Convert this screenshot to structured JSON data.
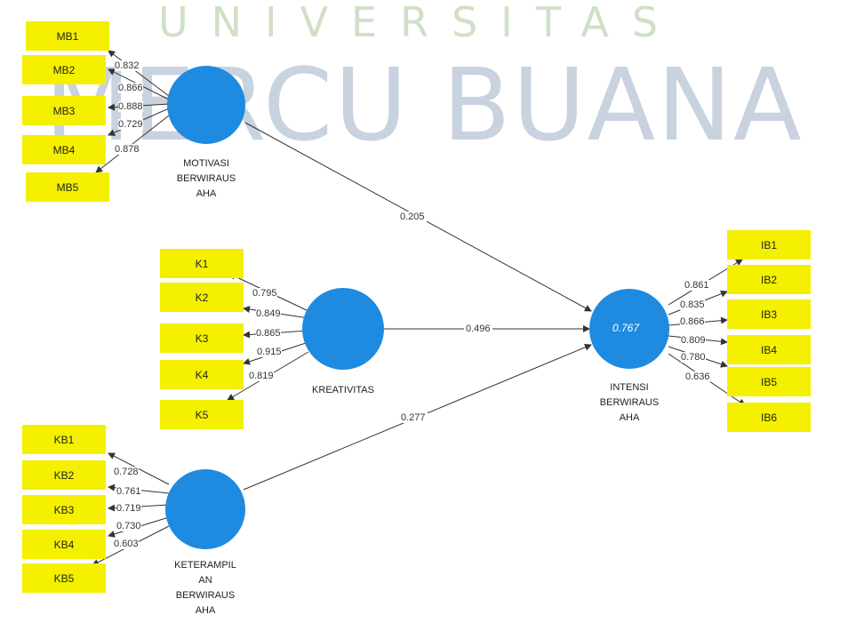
{
  "watermark": {
    "top": "UNIVERSITAS",
    "bottom": "MERCU BUANA"
  },
  "colors": {
    "indicator": "#f4f000",
    "latent": "#1e8be0",
    "line": "#333333"
  },
  "latents": {
    "motivasi": {
      "label_lines": [
        "MOTIVASI",
        "BERWIRAUS",
        "AHA"
      ]
    },
    "kreativitas": {
      "label_lines": [
        "KREATIVITAS"
      ]
    },
    "keterampilan": {
      "label_lines": [
        "KETERAMPIL",
        "AN",
        "BERWIRAUS",
        "AHA"
      ]
    },
    "intensi": {
      "label_lines": [
        "INTENSI",
        "BERWIRAUS",
        "AHA"
      ],
      "r2": "0.767"
    }
  },
  "indicators": {
    "motivasi": [
      {
        "label": "MB1",
        "loading": "0.832"
      },
      {
        "label": "MB2",
        "loading": "0.866"
      },
      {
        "label": "MB3",
        "loading": "0.888"
      },
      {
        "label": "MB4",
        "loading": "0.729"
      },
      {
        "label": "MB5",
        "loading": "0.878"
      }
    ],
    "kreativitas": [
      {
        "label": "K1",
        "loading": "0.795"
      },
      {
        "label": "K2",
        "loading": "0.849"
      },
      {
        "label": "K3",
        "loading": "0.865"
      },
      {
        "label": "K4",
        "loading": "0.915"
      },
      {
        "label": "K5",
        "loading": "0.819"
      }
    ],
    "keterampilan": [
      {
        "label": "KB1",
        "loading": "0.728"
      },
      {
        "label": "KB2",
        "loading": "0.761"
      },
      {
        "label": "KB3",
        "loading": "0.719"
      },
      {
        "label": "KB4",
        "loading": "0.730"
      },
      {
        "label": "KB5",
        "loading": "0.603"
      }
    ],
    "intensi": [
      {
        "label": "IB1",
        "loading": "0.861"
      },
      {
        "label": "IB2",
        "loading": "0.835"
      },
      {
        "label": "IB3",
        "loading": "0.866"
      },
      {
        "label": "IB4",
        "loading": "0.809"
      },
      {
        "label": "IB5",
        "loading": "0.780"
      },
      {
        "label": "IB6",
        "loading": "0.636"
      }
    ]
  },
  "paths": {
    "motivasi_to_intensi": "0.205",
    "kreativitas_to_intensi": "0.496",
    "keterampilan_to_intensi": "0.277"
  }
}
